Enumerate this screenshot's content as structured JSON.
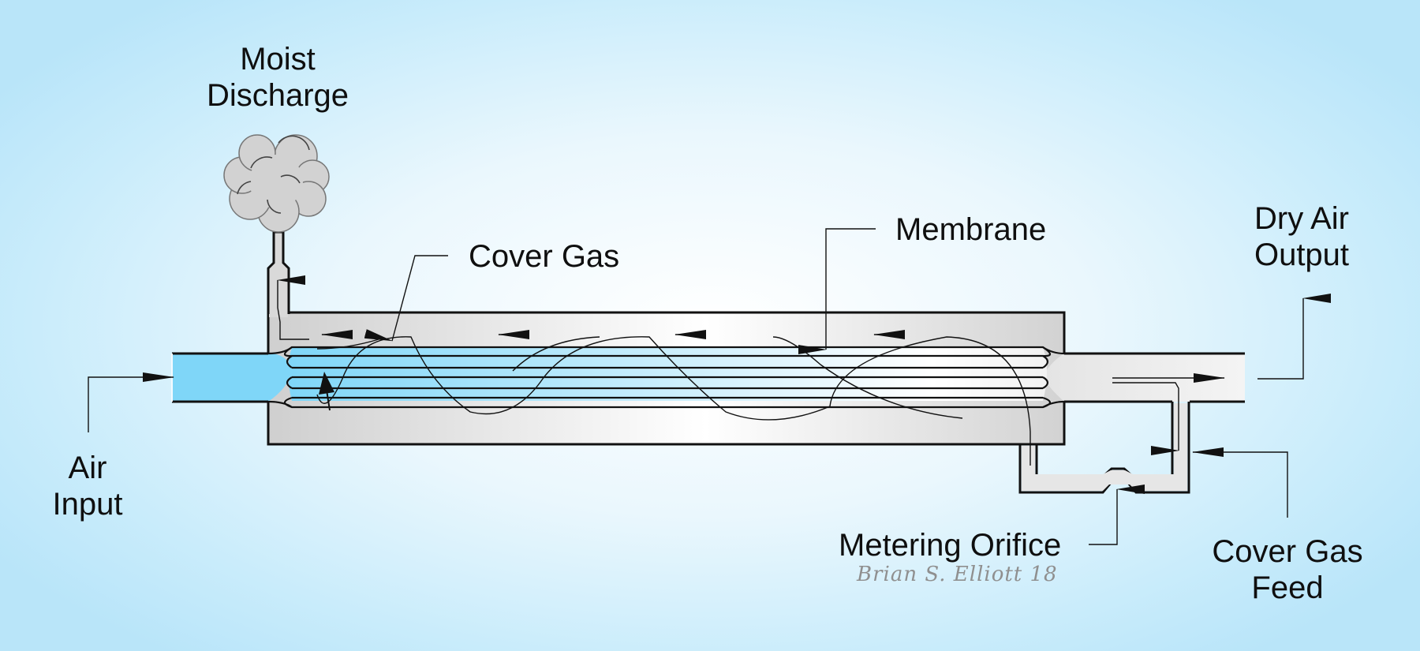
{
  "labels": {
    "moist_discharge": [
      "Moist",
      "Discharge"
    ],
    "cover_gas": "Cover Gas",
    "membrane": "Membrane",
    "dry_air_output": [
      "Dry Air",
      "Output"
    ],
    "air_input": [
      "Air",
      "Input"
    ],
    "metering_orifice": "Metering Orifice",
    "cover_gas_feed": [
      "Cover Gas",
      "Feed"
    ]
  },
  "signature": "Brian S. Elliott 18",
  "colors": {
    "background_edge": "#b9e5f9",
    "air_flow": "#7fd6f8",
    "housing_fill": "#d6d6d6",
    "outline": "#111111"
  }
}
